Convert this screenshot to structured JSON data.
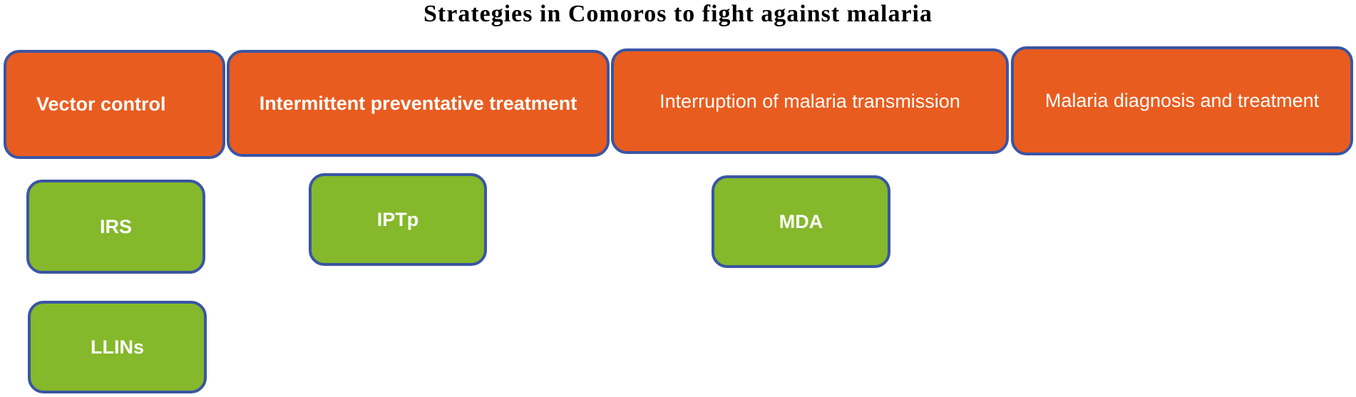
{
  "diagram": {
    "title": "Strategies in Comoros to fight against malaria",
    "categories": [
      {
        "id": "vector",
        "label": "Vector control",
        "children": [
          "IRS",
          "LLINs"
        ]
      },
      {
        "id": "ipt",
        "label": "Intermittent preventative treatment",
        "children": [
          "IPTp"
        ]
      },
      {
        "id": "interrupt",
        "label": "Interruption of malaria transmission",
        "children": [
          "MDA"
        ]
      },
      {
        "id": "diag",
        "label": "Malaria diagnosis and treatment",
        "children": []
      }
    ],
    "colors": {
      "category_fill": "#e95c1f",
      "subitem_fill": "#85b82b",
      "border": "#3a55a3",
      "text": "#ffffff",
      "title": "#000000"
    }
  }
}
